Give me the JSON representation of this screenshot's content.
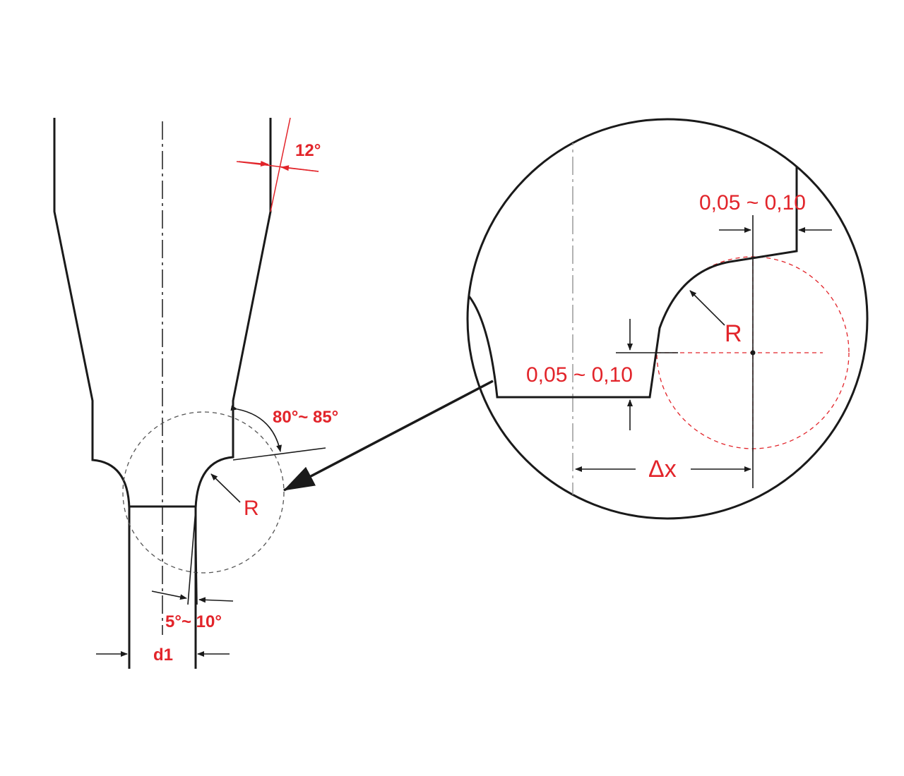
{
  "diagram": {
    "labels": {
      "angle_relief": "12°",
      "angle_shoulder": "80°~ 85°",
      "radius_main": "R",
      "angle_tip": "5°~ 10°",
      "diameter": "d1",
      "detail_offset_top": "0,05 ~ 0,10",
      "detail_radius": "R",
      "detail_offset_left": "0,05 ~ 0,10",
      "detail_delta_x": "Δx"
    },
    "colors": {
      "outline": "#1a1a1a",
      "dimension": "#e2242a"
    }
  }
}
